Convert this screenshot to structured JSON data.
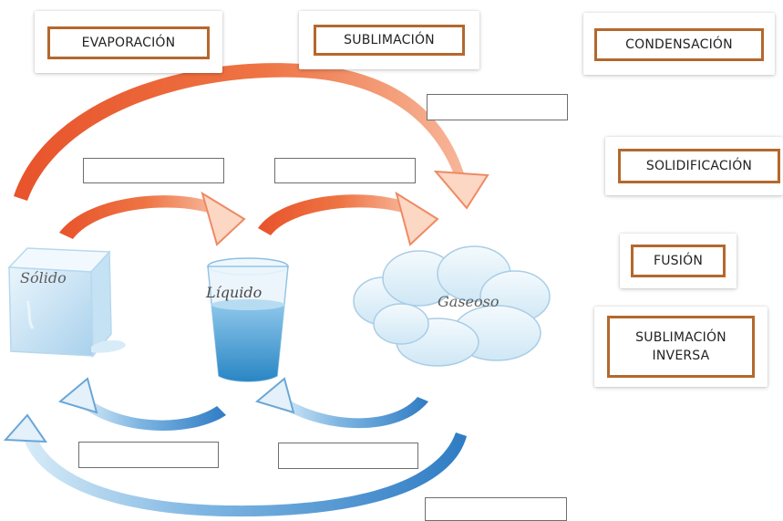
{
  "terms": {
    "evaporacion": "EVAPORACIÓN",
    "sublimacion": "SUBLIMACIÓN",
    "condensacion": "CONDENSACIÓN",
    "solidificacion": "SOLIDIFICACIÓN",
    "fusion": "FUSIÓN",
    "sublimacion_inversa_line1": "SUBLIMACIÓN",
    "sublimacion_inversa_line2": "INVERSA"
  },
  "states": {
    "solido": "Sólido",
    "liquido": "Líquido",
    "gaseoso": "Gaseoso"
  },
  "colors": {
    "warm_arrow": "#e8532b",
    "warm_arrow_light": "#f7b79a",
    "cold_arrow": "#2f7cc4",
    "cold_arrow_light": "#d8ecf8",
    "label_border": "#b4682d"
  }
}
